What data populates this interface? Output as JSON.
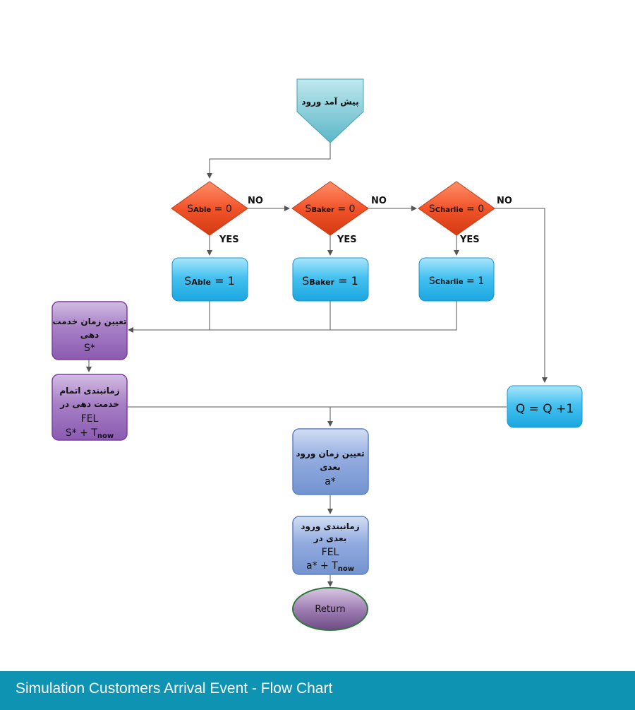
{
  "start": {
    "label": "پیش آمد ورود"
  },
  "decisions": {
    "able": {
      "var": "S",
      "sub": "Able",
      "rel": " = 0"
    },
    "baker": {
      "var": "S",
      "sub": "Baker",
      "rel": " = 0"
    },
    "charlie": {
      "var": "S",
      "sub": "Charlie",
      "rel": " = 0"
    }
  },
  "edge_labels": {
    "no": "NO",
    "yes": "YES"
  },
  "assign": {
    "able": {
      "var": "S",
      "sub": "Able",
      "rel": " = 1"
    },
    "baker": {
      "var": "S",
      "sub": "Baker",
      "rel": " = 1"
    },
    "charlie": {
      "var": "S",
      "sub": "Charlie",
      "rel": " = 1"
    }
  },
  "service_time": {
    "line1": "تعیین زمان خدمت",
    "line2": "دهی",
    "line3": "S*"
  },
  "schedule_service": {
    "line1": "زمانبندی اتمام",
    "line2": "خدمت دهی در",
    "line3": "FEL",
    "line4_main": "S* + T",
    "line4_sub": "now"
  },
  "queue": {
    "label": "Q = Q +1"
  },
  "next_arrival": {
    "line1": "تعیین زمان ورود",
    "line2": "بعدی",
    "line3": "a*"
  },
  "schedule_arrival": {
    "line1": "زمانبندی ورود",
    "line2": "بعدی در",
    "line3": "FEL",
    "line4_main": "a* + T",
    "line4_sub": "now"
  },
  "return": {
    "label": "Return"
  },
  "footer": {
    "title": "Simulation Customers Arrival Event - Flow Chart"
  },
  "colors": {
    "decision": "#f2542a",
    "blue_box": "#2ab4ea",
    "purple_box": "#8448ad",
    "slate_box": "#7393cf",
    "footer": "#0f93b3"
  }
}
